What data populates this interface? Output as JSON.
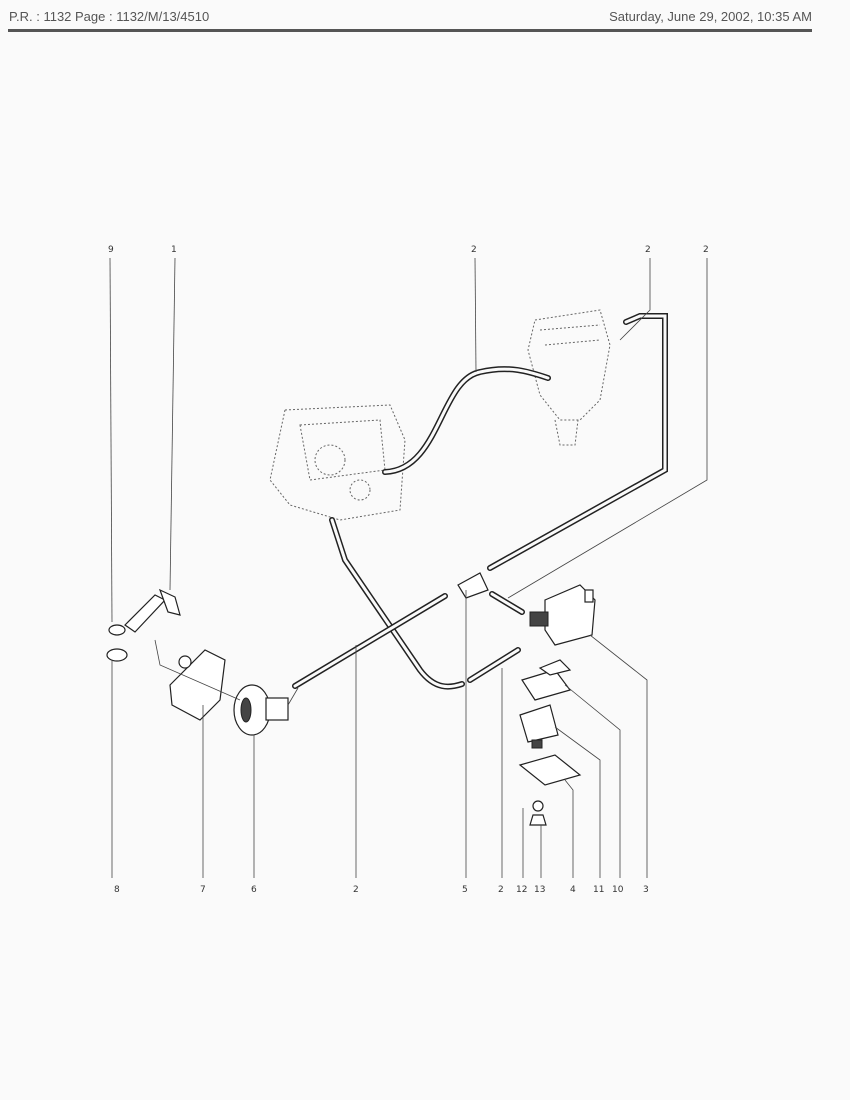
{
  "header": {
    "left": "P.R. : 1132  Page : 1132/M/13/4510",
    "right": "Saturday, June 29, 2002, 10:35 AM"
  },
  "callouts_top": [
    "9",
    "1",
    "2",
    "2",
    "2"
  ],
  "callouts_bottom": [
    "8",
    "7",
    "6",
    "2",
    "5",
    "2",
    "12",
    "13",
    "4",
    "11",
    "10",
    "3"
  ]
}
